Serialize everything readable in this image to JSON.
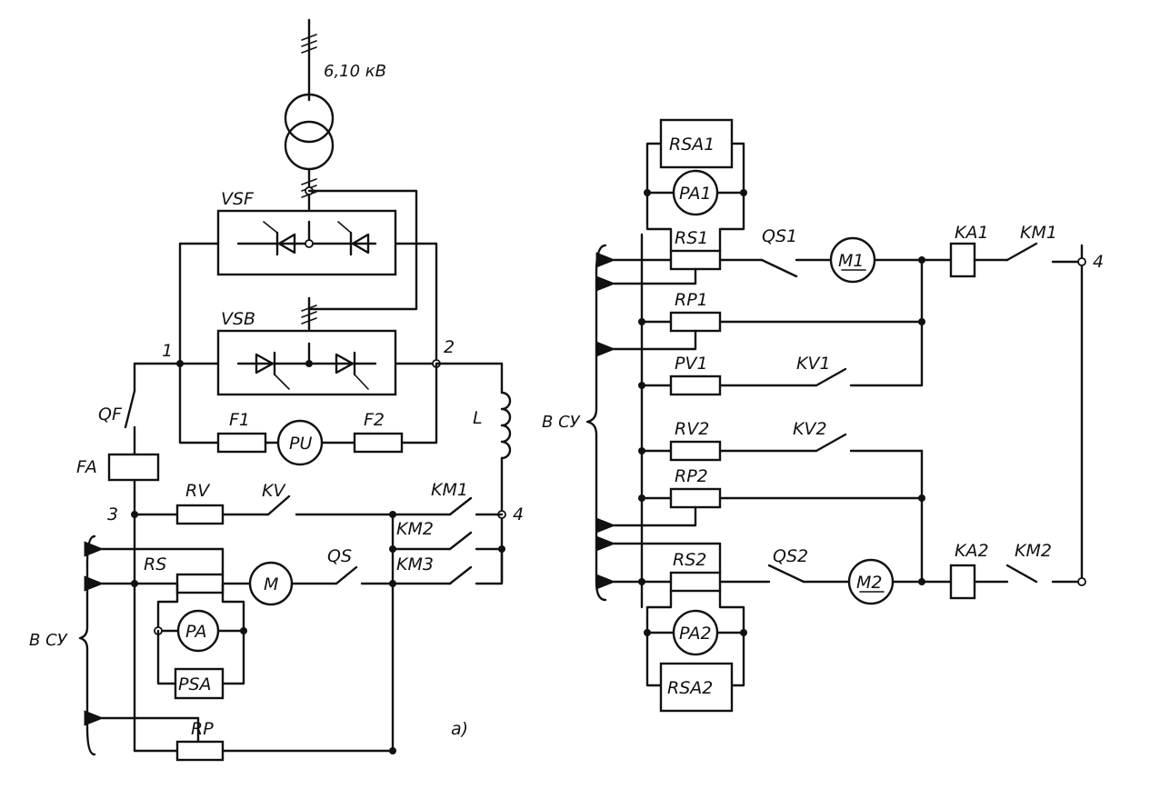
{
  "diagram": {
    "left": {
      "supply": "6,10 кВ",
      "vsf": "VSF",
      "vsb": "VSB",
      "qf": "QF",
      "fa": "FA",
      "f1": "F1",
      "f2": "F2",
      "pu": "PU",
      "l": "L",
      "rv": "RV",
      "kv": "KV",
      "km1": "KM1",
      "km2": "KM2",
      "km3": "KM3",
      "rs": "RS",
      "m": "M",
      "qs": "QS",
      "pa": "PA",
      "psa": "PSA",
      "rp": "RP",
      "vsu": "В СУ",
      "n1": "1",
      "n2": "2",
      "n3": "3",
      "n4": "4",
      "caption": "а)"
    },
    "right": {
      "rsa1": "RSA1",
      "pa1": "PA1",
      "rs1": "RS1",
      "qs1": "QS1",
      "m1": "M1",
      "ka1": "KA1",
      "km1": "KM1",
      "n4": "4",
      "rp1": "RP1",
      "pv1": "PV1",
      "kv1": "KV1",
      "rv2": "RV2",
      "kv2": "KV2",
      "rp2": "RP2",
      "rs2": "RS2",
      "qs2": "QS2",
      "m2": "M2",
      "ka2": "KA2",
      "km2": "KM2",
      "pa2": "PA2",
      "rsa2": "RSA2",
      "vsu": "В СУ"
    }
  }
}
